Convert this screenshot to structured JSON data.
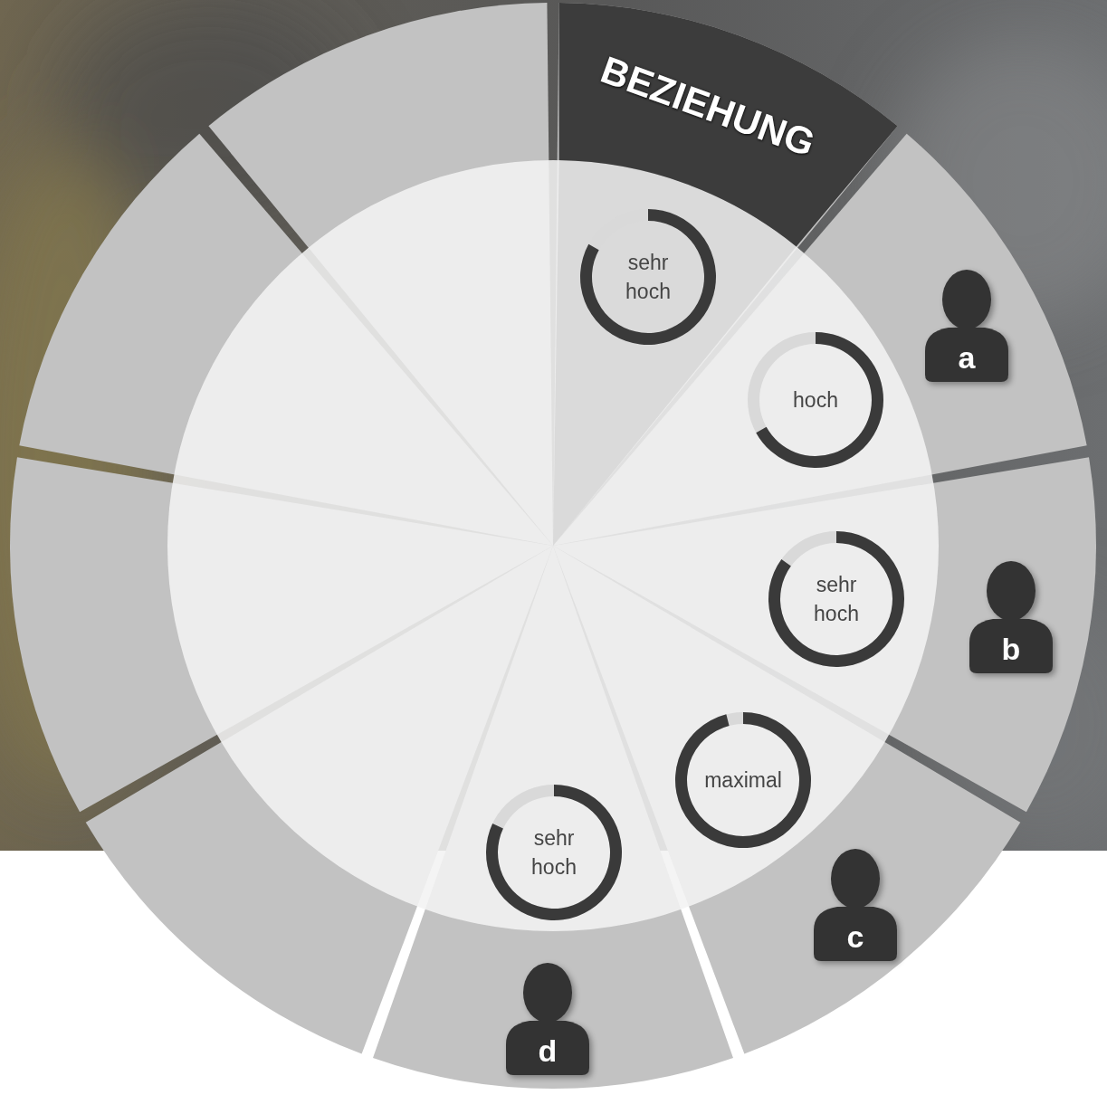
{
  "diagram": {
    "nodes": [
      {
        "text": [
          "BEZIEHUNG"
        ]
      },
      {
        "text": [
          "sehr hoch"
        ]
      },
      {
        "text": [
          "a"
        ]
      },
      {
        "text": [
          "hoch"
        ]
      },
      {
        "text": [
          "b"
        ]
      },
      {
        "text": [
          "sehr hoch"
        ]
      },
      {
        "text": [
          "maximal"
        ]
      },
      {
        "text": [
          "c"
        ]
      },
      {
        "text": [
          "sehr hoch"
        ]
      },
      {
        "text": [
          "d"
        ]
      }
    ]
  }
}
